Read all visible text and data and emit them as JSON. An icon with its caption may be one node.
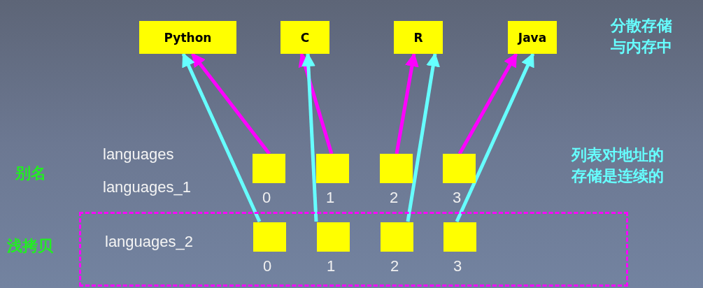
{
  "diagram": {
    "nodes": [
      {
        "text": [
          "Python"
        ]
      },
      {
        "text": [
          "C"
        ]
      },
      {
        "text": [
          "R"
        ]
      },
      {
        "text": [
          "Java"
        ]
      },
      {
        "text": [],
        "shape": "box",
        "beside": [
          "0"
        ]
      },
      {
        "text": [],
        "shape": "box",
        "beside": [
          "1"
        ]
      },
      {
        "text": [],
        "shape": "box",
        "beside": [
          "2"
        ]
      },
      {
        "text": [],
        "shape": "box",
        "beside": [
          "3"
        ]
      },
      {
        "text": [
          "languages_2"
        ]
      },
      {
        "text": [],
        "shape": "box",
        "beside": [
          "0"
        ],
        "in": 8
      },
      {
        "text": [],
        "shape": "box",
        "beside": [
          "1"
        ],
        "in": 8
      },
      {
        "text": [],
        "shape": "box",
        "beside": [
          "2"
        ],
        "in": 8
      },
      {
        "text": [],
        "shape": "box",
        "beside": [
          "3"
        ],
        "in": 8
      }
    ],
    "edges": [
      {
        "from": 4,
        "to": 0,
        "arrow": "to",
        "color": "#ff00ff"
      },
      {
        "from": 5,
        "to": 1,
        "arrow": "to",
        "color": "#ff00ff"
      },
      {
        "from": 6,
        "to": 2,
        "arrow": "to",
        "color": "#ff00ff"
      },
      {
        "from": 7,
        "to": 3,
        "arrow": "to",
        "color": "#ff00ff"
      },
      {
        "from": 9,
        "to": 0,
        "arrow": "to",
        "color": "#66ffff"
      },
      {
        "from": 10,
        "to": 1,
        "arrow": "to",
        "color": "#66ffff"
      },
      {
        "from": 11,
        "to": 2,
        "arrow": "to",
        "color": "#66ffff"
      },
      {
        "from": 12,
        "to": 3,
        "arrow": "to",
        "color": "#66ffff"
      }
    ],
    "labels": [
      "分散存储与内存中",
      "languages",
      "列表对地址的存储是连续的",
      "别名",
      "languages_1",
      "浅拷贝"
    ]
  }
}
